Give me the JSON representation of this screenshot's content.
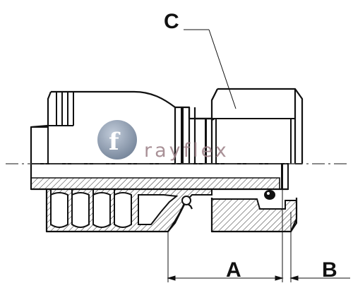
{
  "drawing": {
    "labels": {
      "c": "C",
      "a": "A",
      "b": "B"
    },
    "watermark": {
      "monogram": "f",
      "wordmark": "rayflex"
    }
  },
  "colors": {
    "line": "#111111",
    "hatch": "#222222",
    "axis": "#444444",
    "logo_circle": "#7d8ea5",
    "logo_text": "#9b7e86"
  }
}
